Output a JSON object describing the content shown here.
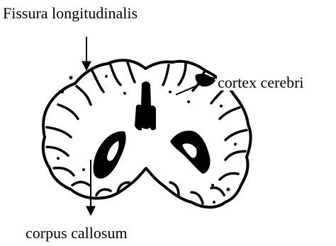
{
  "labels": {
    "fissura": "Fissura longitudinalis",
    "cortex": "cortex cerebri",
    "corpus": "corpus callosum"
  },
  "figure": {
    "subject": "brain-coronal-section",
    "colors": {
      "ink": "#000000",
      "tissue": "#ffffff"
    }
  }
}
